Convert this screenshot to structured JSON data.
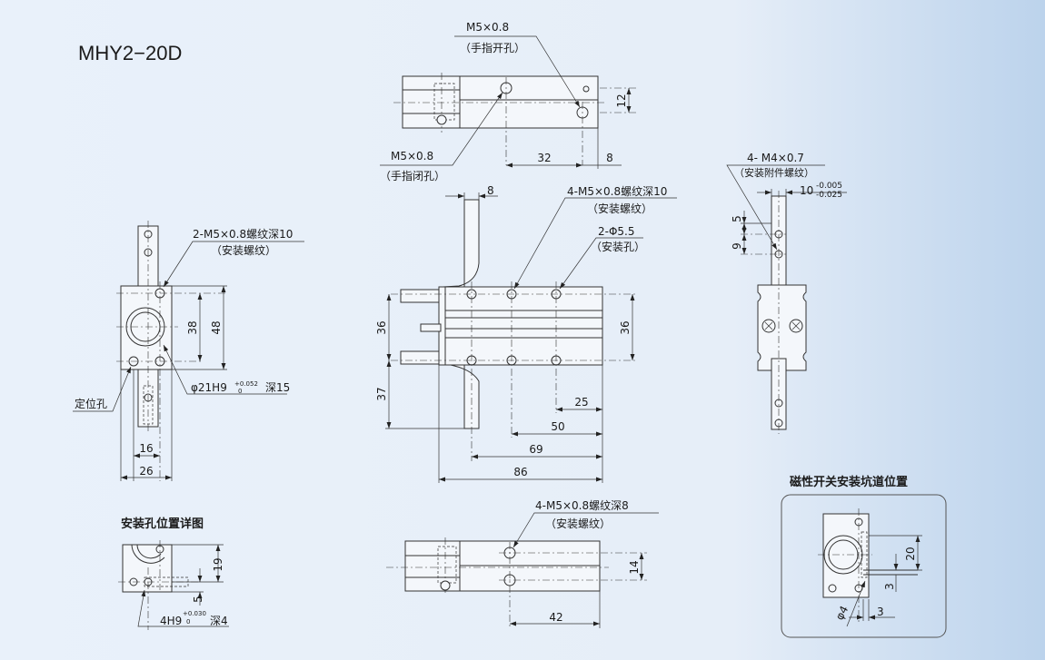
{
  "title": "MHY2−20D",
  "top_view": {
    "callout_open_thread": "M5×0.8",
    "callout_open_name": "（手指开孔）",
    "callout_close_thread": "M5×0.8",
    "callout_close_name": "（手指闭孔）",
    "dim_12": "12",
    "dim_32": "32",
    "dim_8": "8"
  },
  "front_view": {
    "dim_8": "8",
    "callout_mount_thread": "4-M5×0.8螺纹深10",
    "callout_mount_name": "（安装螺纹）",
    "callout_hole": "2-Φ5.5",
    "callout_hole_name": "（安装孔）",
    "dim_36_left": "36",
    "dim_37": "37",
    "dim_36_right": "36",
    "dim_25": "25",
    "dim_50": "50",
    "dim_69": "69",
    "dim_86": "86"
  },
  "left_view": {
    "callout_thread": "2-M5×0.8螺纹深10",
    "callout_name": "（安装螺纹）",
    "dim_38": "38",
    "dim_48": "48",
    "bore_text": "φ21H9",
    "bore_tol_upper": "+0.052",
    "bore_tol_lower": "0",
    "bore_depth": "深15",
    "locating_hole": "定位孔",
    "dim_16": "16",
    "dim_26": "26"
  },
  "right_view": {
    "callout_thread": "4- M4×0.7",
    "callout_name": "（安装附件螺纹）",
    "fit_base": "10",
    "fit_upper": "-0.005",
    "fit_lower": "-0.025",
    "dim_5": "5",
    "dim_9": "9"
  },
  "detail_view": {
    "heading": "安装孔位置详图",
    "dim_19": "19",
    "dim_5": "5",
    "hole_text": "4H9",
    "hole_tol_upper": "+0.030",
    "hole_tol_lower": "0",
    "hole_depth": "深4"
  },
  "bottom_view": {
    "callout_thread": "4-M5×0.8螺纹深8",
    "callout_name": "（安装螺纹）",
    "dim_14": "14",
    "dim_42": "42"
  },
  "switch_view": {
    "heading": "磁性开关安装坑道位置",
    "dim_20": "20",
    "dim_3_vertical": "3",
    "dim_phi4": "φ4",
    "dim_3_horizontal": "3"
  }
}
